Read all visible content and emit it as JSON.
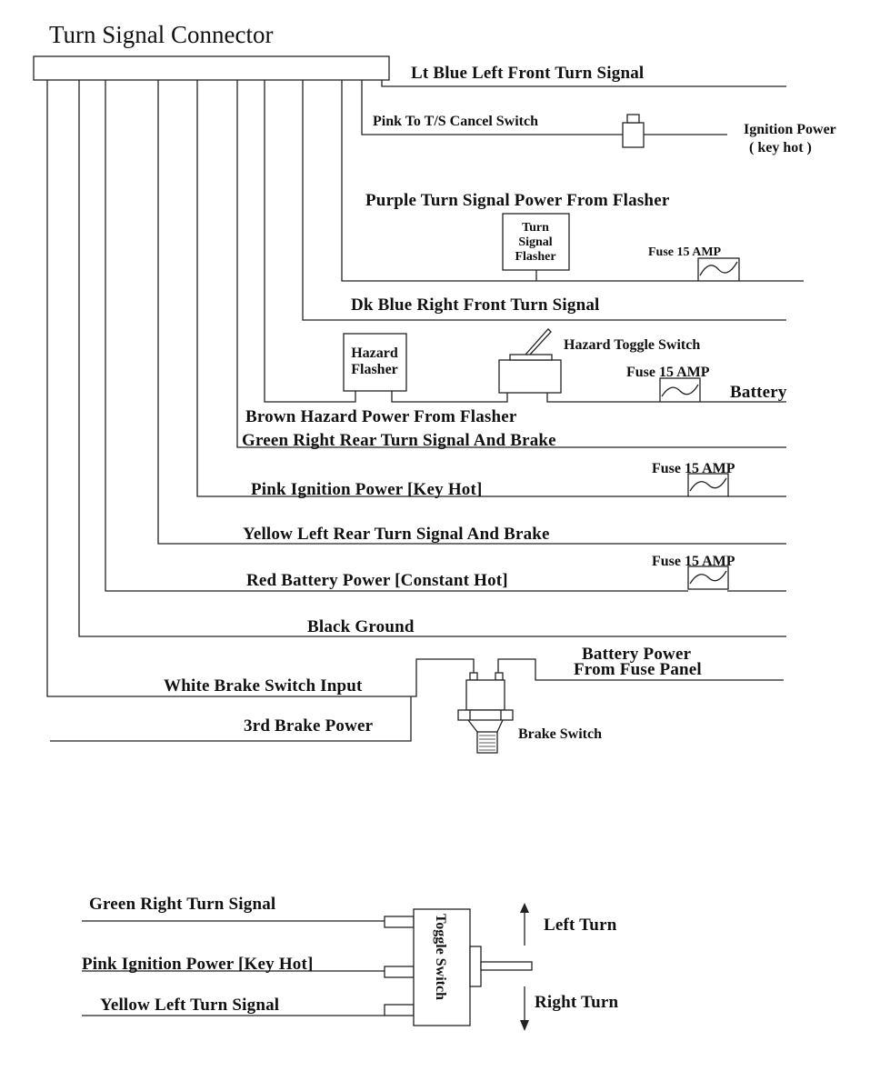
{
  "title": "Turn Signal Connector",
  "wires": {
    "lt_blue": "Lt Blue Left Front Turn Signal",
    "pink_cancel": "Pink To T/S Cancel Switch",
    "purple": "Purple Turn Signal Power From Flasher",
    "dk_blue": "Dk Blue Right Front Turn Signal",
    "brown": "Brown Hazard Power From Flasher",
    "green": "Green Right Rear Turn Signal And Brake",
    "pink_ign": "Pink Ignition Power [Key Hot]",
    "yellow": "Yellow Left Rear Turn Signal And Brake",
    "red": "Red Battery Power [Constant Hot]",
    "black": "Black Ground",
    "white": "White Brake Switch Input",
    "third_brake": "3rd Brake Power",
    "batt_fuse_1": "Battery Power",
    "batt_fuse_2": "From Fuse Panel"
  },
  "components": {
    "ignition_power_1": "Ignition Power",
    "ignition_power_2": "( key hot )",
    "ts_flasher_1": "Turn",
    "ts_flasher_2": "Signal",
    "ts_flasher_3": "Flasher",
    "fuse": "Fuse 15 AMP",
    "hazard_flasher_1": "Hazard",
    "hazard_flasher_2": "Flasher",
    "hazard_toggle": "Hazard Toggle Switch",
    "battery": "Battery",
    "brake_switch": "Brake Switch"
  },
  "toggle": {
    "switch_label": "Toggle Switch",
    "green": "Green Right  Turn Signal",
    "pink": "Pink Ignition Power [Key Hot]",
    "yellow": "Yellow Left Turn Signal",
    "left_turn": "Left Turn",
    "right_turn": "Right Turn"
  }
}
